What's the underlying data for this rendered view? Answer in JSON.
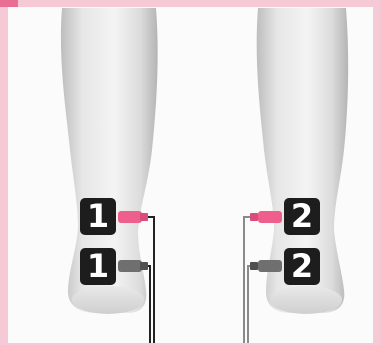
{
  "colors": {
    "frame_pink": "#f6c9d6",
    "accent_pink": "#ea6e93",
    "connector_pink": "#ee5f8e",
    "connector_gray": "#6f6f6f",
    "badge_bg": "#1d1d1d",
    "cable": "#222222"
  },
  "left_leg": {
    "upper_label": "1",
    "lower_label": "1"
  },
  "right_leg": {
    "upper_label": "2",
    "lower_label": "2"
  }
}
